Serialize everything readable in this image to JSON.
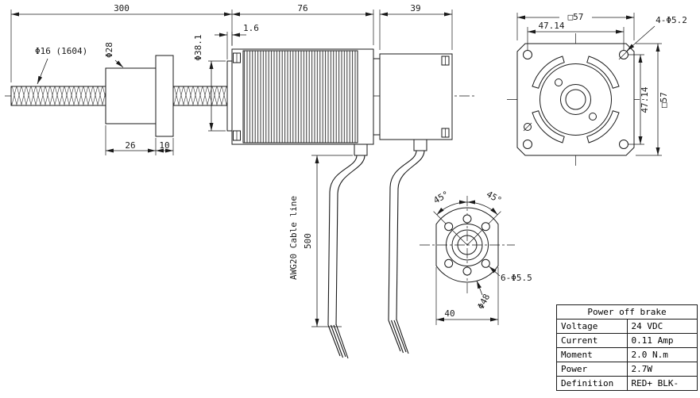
{
  "side_view": {
    "dim_overall": "300",
    "dim_motor_length": "76",
    "dim_brake_length": "39",
    "screw_label": "Φ16 (1604)",
    "nut_diameter": "Φ28",
    "nut_length": "26",
    "flange_width": "10",
    "boss_thickness": "1.6",
    "pilot_diameter": "Φ38.1",
    "cable_length": "500",
    "cable_label": "AWG20 Cable line"
  },
  "front_view": {
    "square_size_top": "□57",
    "hole_spacing_h": "47.14",
    "mount_holes": "4-Φ5.2",
    "hole_spacing_v": "47.14",
    "square_size_right": "□57"
  },
  "brake_view": {
    "angle_left": "45°",
    "angle_right": "45°",
    "holes": "6-Φ5.5",
    "outer_diameter": "Φ48",
    "width_across_flats": "40"
  },
  "table": {
    "title": "Power off brake",
    "rows": [
      {
        "label": "Voltage",
        "value": "24 VDC"
      },
      {
        "label": "Current",
        "value": "0.11 Amp"
      },
      {
        "label": "Moment",
        "value": "2.0 N.m"
      },
      {
        "label": "Power",
        "value": "2.7W"
      },
      {
        "label": "Definition",
        "value": "RED+ BLK-"
      }
    ]
  },
  "colors": {
    "line": "#1a1a1a",
    "background": "#ffffff"
  }
}
